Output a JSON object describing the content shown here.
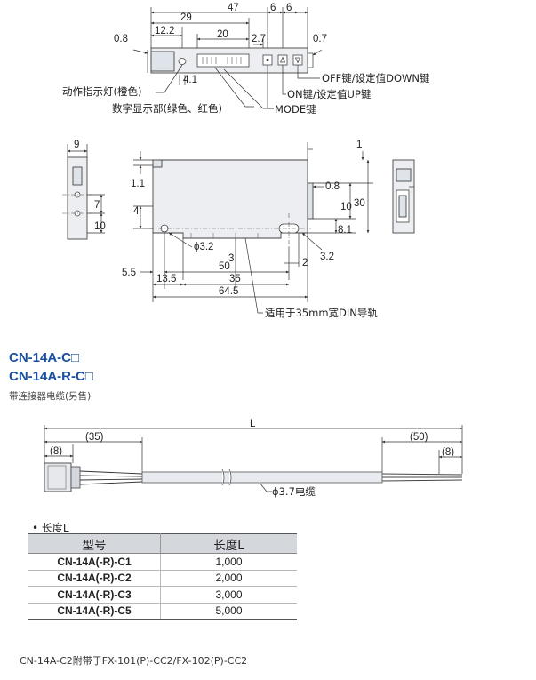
{
  "top_view": {
    "dims": {
      "overall_width": "47",
      "d29": "29",
      "d12_2": "12.2",
      "d20": "20",
      "d6a": "6",
      "d6b": "6",
      "d2_7": "2.7",
      "d0_8": "0.8",
      "d0_7": "0.7",
      "d4_1": "4.1"
    },
    "callouts": {
      "off_key": "OFF键/设定值DOWN键",
      "on_key": "ON键/设定值UP键",
      "mode_key": "MODE键",
      "indicator": "动作指示灯(橙色)",
      "display": "数字显示部(绿色、红色)"
    }
  },
  "side_views": {
    "dims": {
      "d9": "9",
      "d7": "7",
      "d10a": "10",
      "d1": "1",
      "d1_1": "1.1",
      "d4": "4",
      "d0_8": "0.8",
      "d10b": "10",
      "d30": "30",
      "d8_1": "8.1",
      "d3_2": "3.2",
      "d3_2_phi": "3.2",
      "d3": "3",
      "d2": "2",
      "d5_5": "5.5",
      "d50": "50",
      "d13_5": "13.5",
      "d35": "35",
      "d64_5": "64.5"
    },
    "din_note": "适用于35mm宽DIN导轨"
  },
  "cable_section": {
    "title_1": "CN-14A-C□",
    "title_2": "CN-14A-R-C□",
    "subtitle": "带连接器电缆(另售)",
    "dims": {
      "L": "L",
      "d35": "(35)",
      "d50": "(50)",
      "d8a": "(8)",
      "d8b": "(8)",
      "cable": "3.7电缆"
    }
  },
  "length_table": {
    "heading": "• 长度L",
    "columns": [
      "型号",
      "长度L"
    ],
    "rows": [
      [
        "CN-14A(-R)-C1",
        "1,000"
      ],
      [
        "CN-14A(-R)-C2",
        "2,000"
      ],
      [
        "CN-14A(-R)-C3",
        "3,000"
      ],
      [
        "CN-14A(-R)-C5",
        "5,000"
      ]
    ]
  },
  "footnote": "CN-14A-C2附带于FX-101(P)-CC2/FX-102(P)-CC2"
}
